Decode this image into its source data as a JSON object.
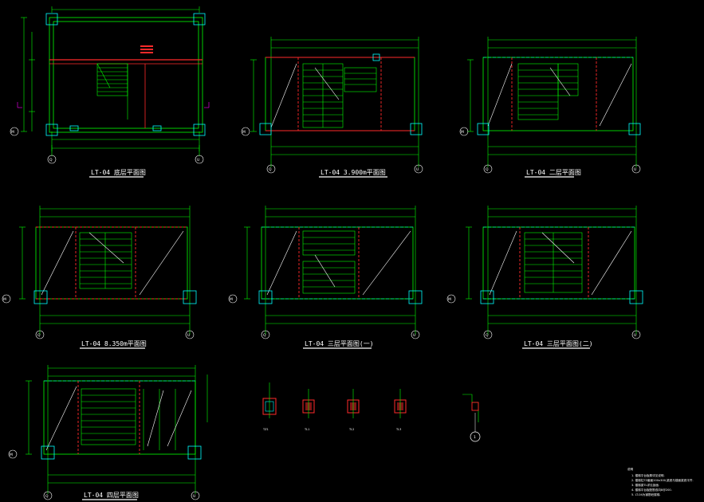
{
  "drawing": {
    "background": "#000000",
    "colors": {
      "dim": "#00ff00",
      "wall": "#ff2a2a",
      "axis": "#ffffff",
      "stair": "#00ff00",
      "beam": "#ffffff",
      "col": "#00ffff",
      "text": "#ffffff",
      "hatch": "#ff00ff"
    },
    "plans": [
      {
        "id": "p1",
        "title": "LT-04 底层平面图"
      },
      {
        "id": "p2",
        "title": "LT-04 3.900m平面图"
      },
      {
        "id": "p3",
        "title": "LT-04 二层平面图"
      },
      {
        "id": "p4",
        "title": "LT-04 8.350m平面图"
      },
      {
        "id": "p5",
        "title": "LT-04 三层平面图(一)"
      },
      {
        "id": "p6",
        "title": "LT-04 三层平面图(二)"
      },
      {
        "id": "p7",
        "title": "LT-04 四层平面图"
      }
    ],
    "sections": [
      {
        "id": "s1",
        "label": "TZ1"
      },
      {
        "id": "s2",
        "label": "TL1"
      },
      {
        "id": "s3",
        "label": "TL2"
      },
      {
        "id": "s4",
        "label": "TL3"
      }
    ],
    "detail_marker": "1",
    "notes": {
      "heading": "说明",
      "lines": [
        "1. 楼梯平台板厚详见说明.",
        "2. 楼梯柱TZ截面200x300,梁底与楼面梁底平齐.",
        "3. 楼梯梁TL详见剖面.",
        "4. 楼梯平台板配筋双向8@200.",
        "5. LT-04为钢筋砼楼梯."
      ]
    }
  }
}
